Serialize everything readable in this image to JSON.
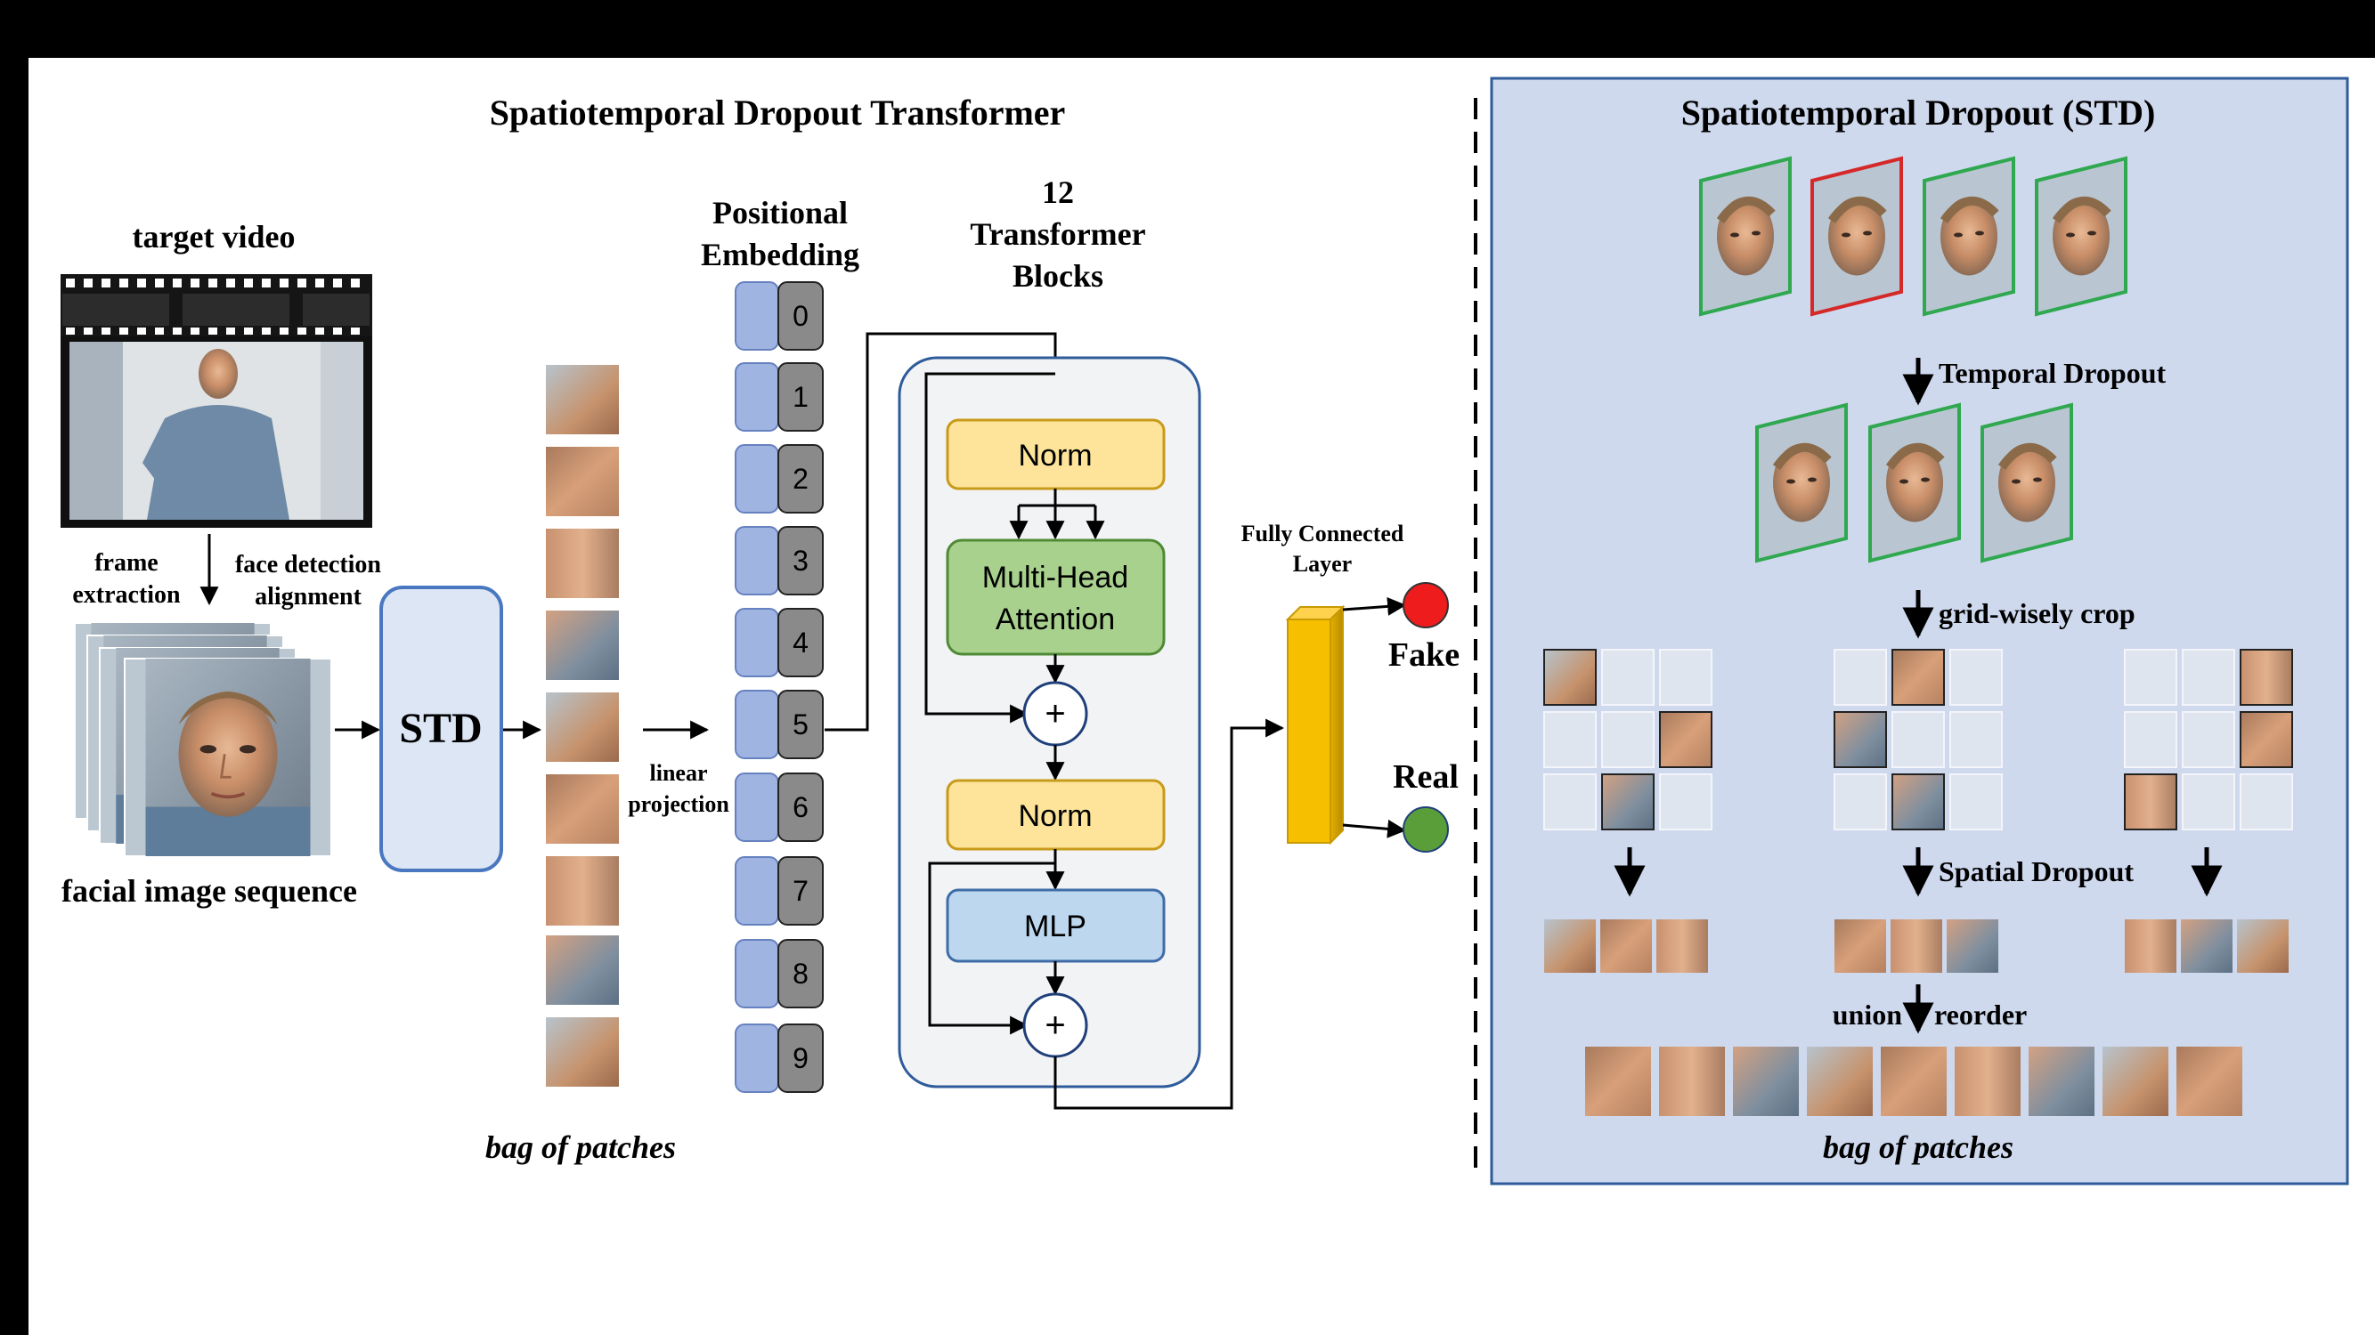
{
  "left_title": "Spatiotemporal Dropout Transformer",
  "right_title": "Spatiotemporal Dropout (STD)",
  "target_video_label": "target video",
  "frame_extraction_label": [
    "frame",
    "extraction"
  ],
  "face_detection_label": [
    "face detection",
    "alignment"
  ],
  "facial_sequence_label": "facial image sequence",
  "std_box_label": "STD",
  "linear_projection_label": [
    "linear",
    "projection"
  ],
  "positional_embedding_label": [
    "Positional",
    "Embedding"
  ],
  "embedding_indices": [
    "0",
    "1",
    "2",
    "3",
    "4",
    "5",
    "6",
    "7",
    "8",
    "9"
  ],
  "transformer_label": [
    "12",
    "Transformer",
    "Blocks"
  ],
  "norm_label": "Norm",
  "attention_label": [
    "Multi-Head",
    "Attention"
  ],
  "mlp_label": "MLP",
  "plus_symbol": "+",
  "fc_label": [
    "Fully Connected",
    "Layer"
  ],
  "fake_label": "Fake",
  "real_label": "Real",
  "bag_label": "bag of patches",
  "temporal_dropout_label": "Temporal Dropout",
  "grid_crop_label": "grid-wisely crop",
  "spatial_dropout_label": "Spatial Dropout",
  "union_label": "union",
  "reorder_label": "reorder",
  "colors": {
    "frame_kept": "#2fa84f",
    "frame_dropped": "#d62828",
    "std_panel": "#cfd9ee",
    "fake": "#ee1c1c",
    "real": "#5a9e3a",
    "norm": "#fde49a",
    "attention": "#a9d18e",
    "mlp": "#bdd7ee",
    "fc": "#f6c000"
  }
}
